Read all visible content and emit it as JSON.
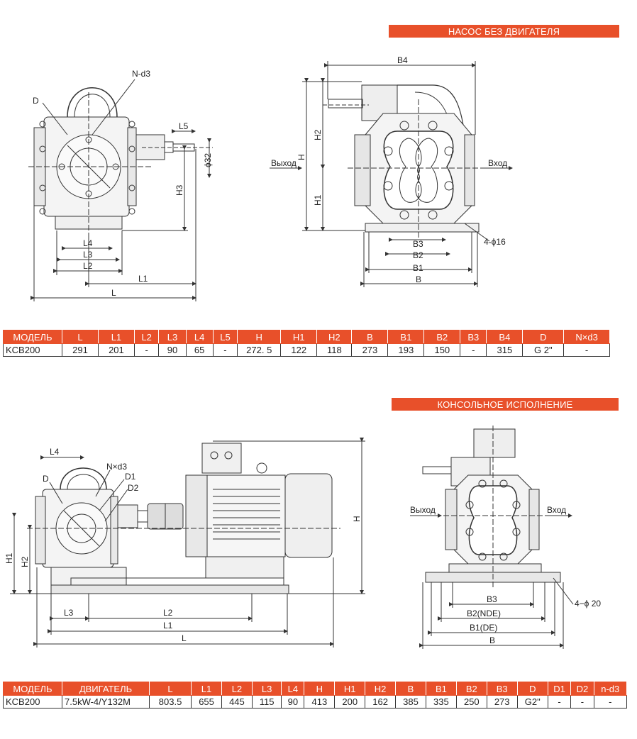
{
  "banners": {
    "top": "НАСОС БЕЗ ДВИГАТЕЛЯ",
    "bottom": "КОНСОЛЬНОЕ ИСПОЛНЕНИЕ"
  },
  "drawing_top_left": {
    "labels": {
      "D": "D",
      "Nd3": "N-d3",
      "L5": "L5",
      "phi32": "ϕ32",
      "H3": "H3",
      "L4": "L4",
      "L3": "L3",
      "L2": "L2",
      "L1": "L1",
      "L": "L"
    }
  },
  "drawing_top_right": {
    "labels": {
      "B4": "B4",
      "H2": "H2",
      "H": "H",
      "H1": "H1",
      "outlet": "Выход",
      "inlet": "Вход",
      "B3": "B3",
      "B2": "B2",
      "B1": "B1",
      "B": "B",
      "holes": "4-ϕ16"
    }
  },
  "drawing_bottom_left": {
    "labels": {
      "L4": "L4",
      "D": "D",
      "Nxd3": "N×d3",
      "D1": "D1",
      "D2": "D2",
      "H1": "H1",
      "H2": "H2",
      "H": "H",
      "L3": "L3",
      "L2": "L2",
      "L1": "L1",
      "L": "L"
    }
  },
  "drawing_bottom_right": {
    "labels": {
      "outlet": "Выход",
      "inlet": "Вход",
      "B3": "B3",
      "B2": "B2(NDE)",
      "B1": "B1(DE)",
      "B": "B",
      "holes": "4−ϕ 20"
    }
  },
  "table_top": {
    "headers": [
      "МОДЕЛЬ",
      "L",
      "L1",
      "L2",
      "L3",
      "L4",
      "L5",
      "H",
      "H1",
      "H2",
      "B",
      "B1",
      "B2",
      "B3",
      "B4",
      "D",
      "N×d3"
    ],
    "row": [
      "KCB200",
      "291",
      "201",
      "-",
      "90",
      "65",
      "-",
      "272. 5",
      "122",
      "118",
      "273",
      "193",
      "150",
      "-",
      "315",
      "G 2\"",
      "-"
    ]
  },
  "table_bottom": {
    "headers": [
      "МОДЕЛЬ",
      "ДВИГАТЕЛЬ",
      "L",
      "L1",
      "L2",
      "L3",
      "L4",
      "H",
      "H1",
      "H2",
      "B",
      "B1",
      "B2",
      "B3",
      "D",
      "D1",
      "D2",
      "n-d3"
    ],
    "row": [
      "KCB200",
      "7.5kW-4/Y132M",
      "803.5",
      "655",
      "445",
      "115",
      "90",
      "413",
      "200",
      "162",
      "385",
      "335",
      "250",
      "273",
      "G2\"",
      "-",
      "-",
      "-"
    ]
  },
  "colors": {
    "accent": "#e8502a",
    "line": "#333333"
  }
}
